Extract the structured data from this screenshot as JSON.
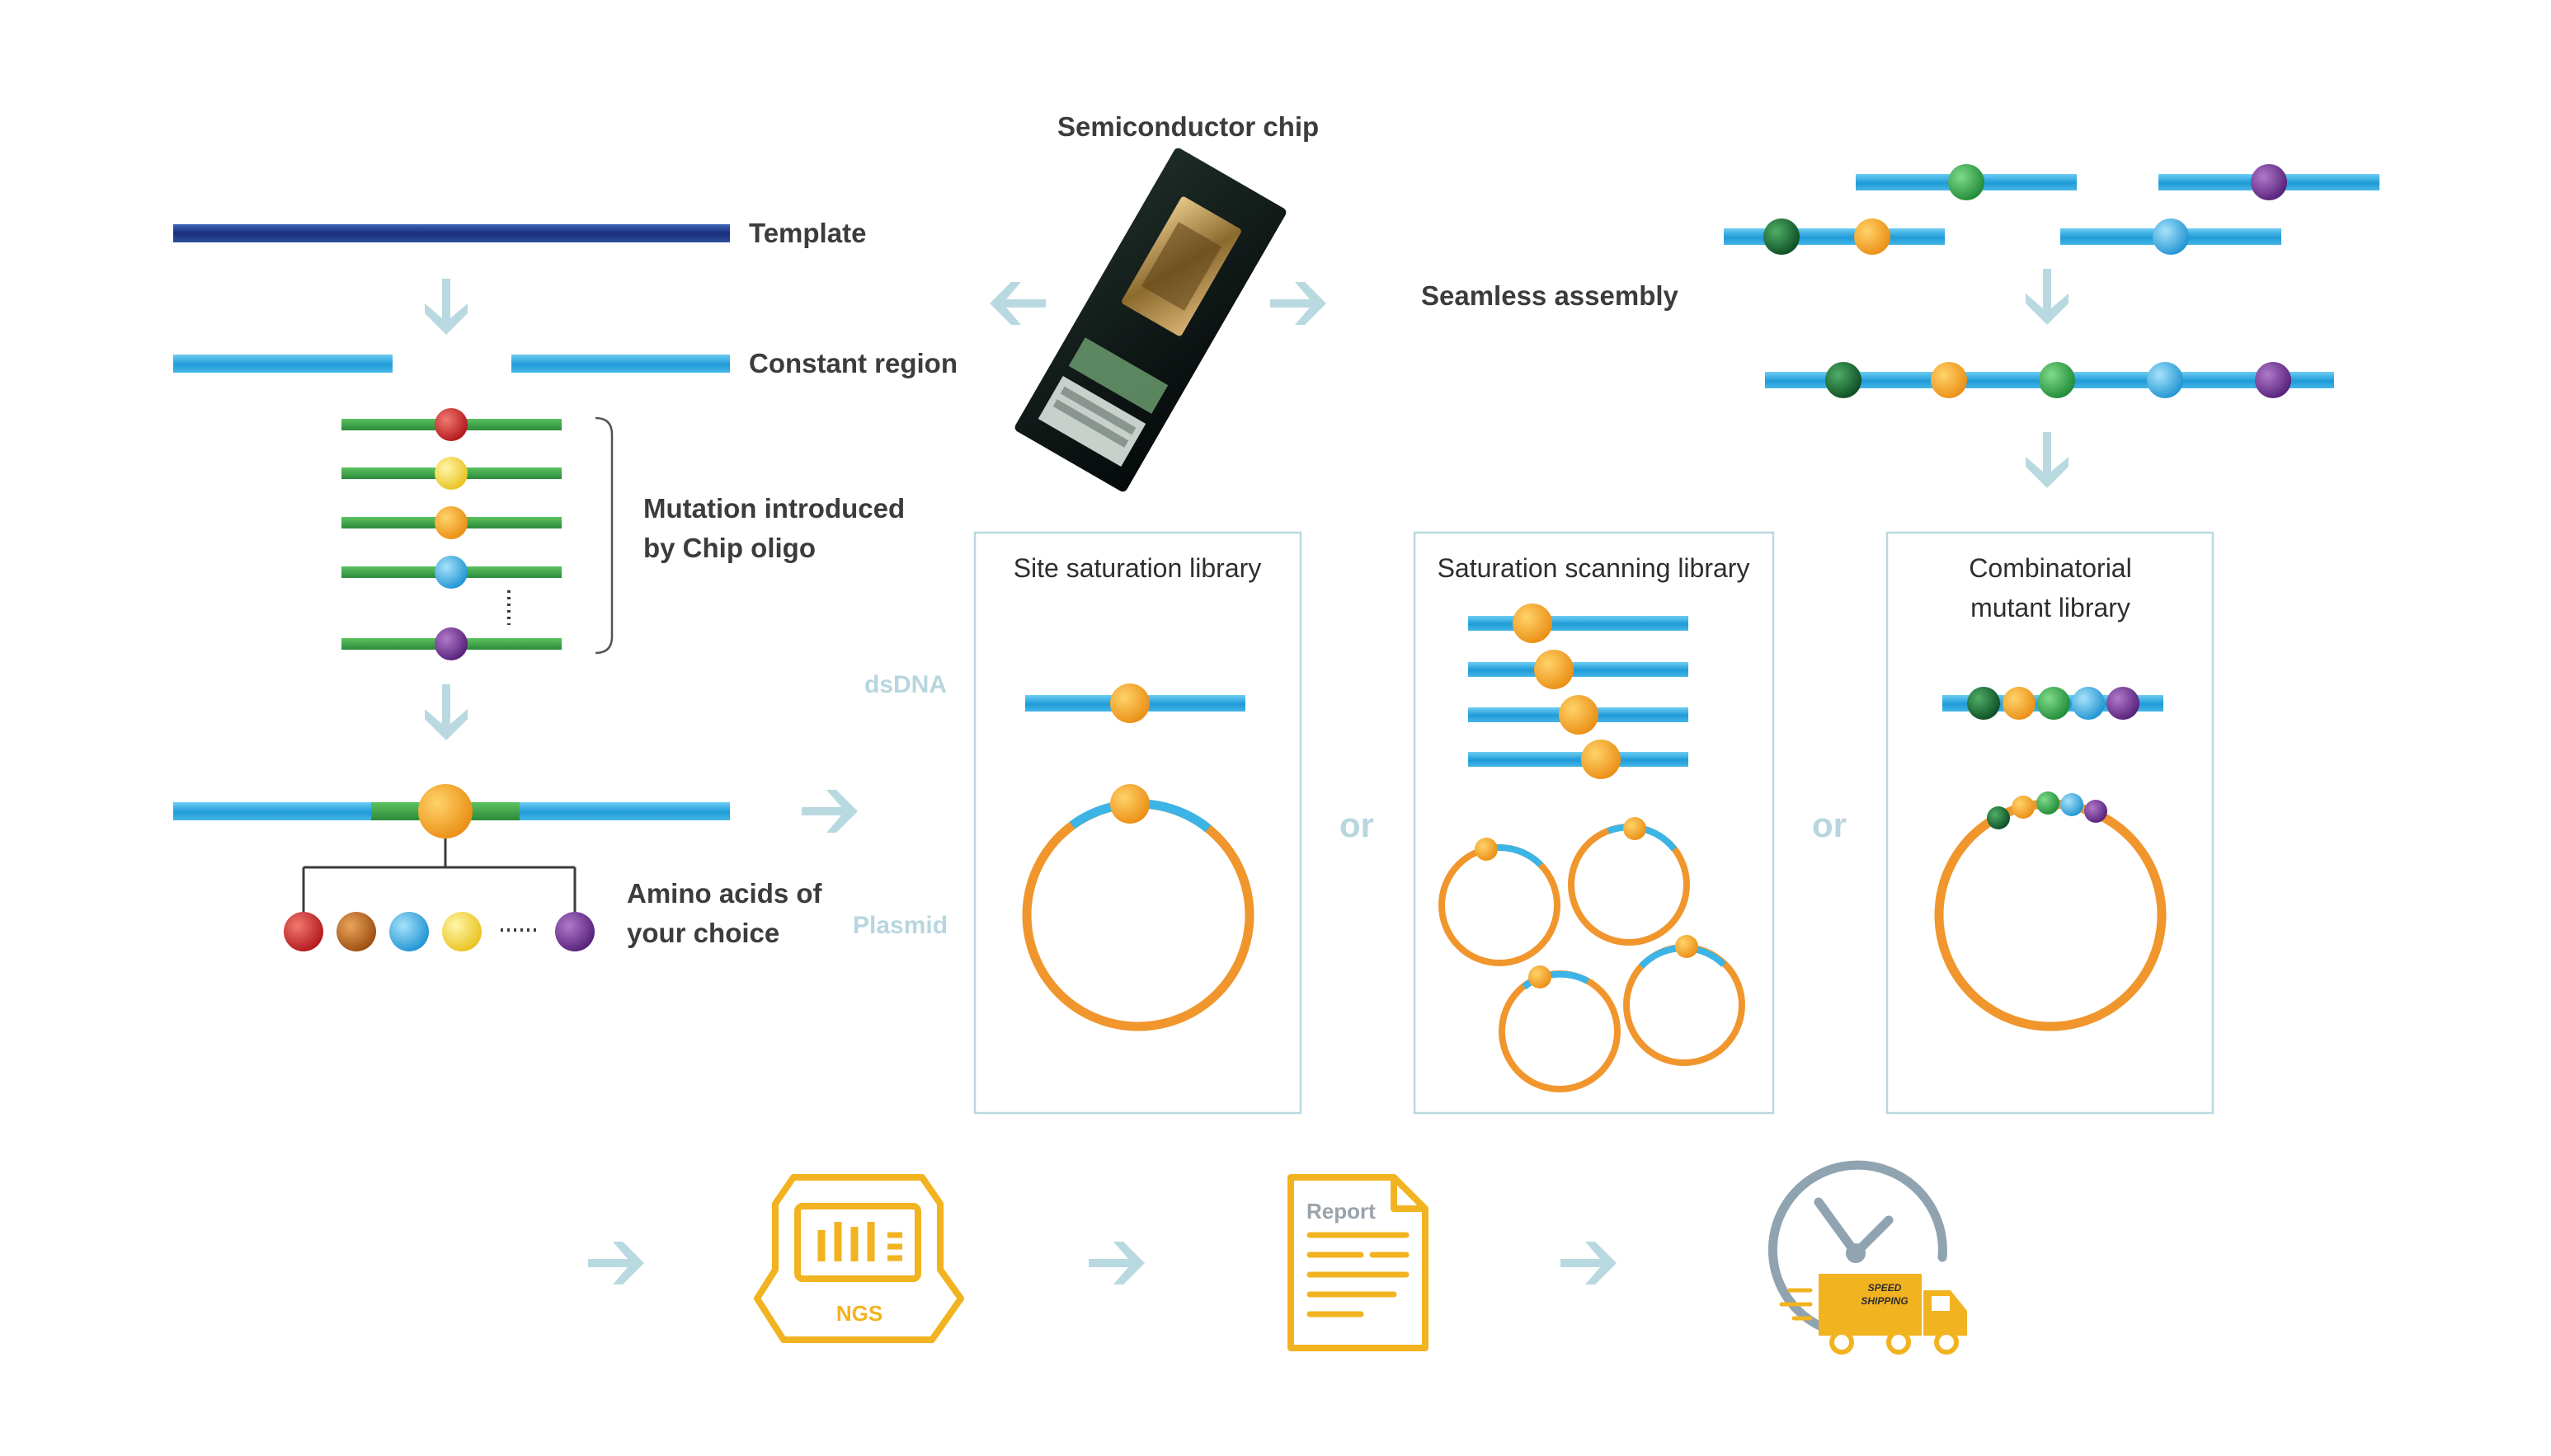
{
  "labels": {
    "template": "Template",
    "constant_region": "Constant region",
    "mutation_line1": "Mutation introduced",
    "mutation_line2": "by Chip oligo",
    "amino_line1": "Amino acids of",
    "amino_line2": "your choice",
    "semiconductor_chip": "Semiconductor chip",
    "seamless_assembly": "Seamless assembly",
    "dsdna": "dsDNA",
    "plasmid": "Plasmid",
    "or": "or"
  },
  "libraries": [
    {
      "title_line1": "Site saturation library",
      "title_line2": ""
    },
    {
      "title_line1": "Saturation scanning library",
      "title_line2": ""
    },
    {
      "title_line1": "Combinatorial",
      "title_line2": "mutant library"
    }
  ],
  "workflow": {
    "ngs": "NGS",
    "report": "Report",
    "truck_line1": "SPEED",
    "truck_line2": "SHIPPING"
  },
  "icons": [
    "arrow-icon",
    "chip-icon",
    "ngs-icon",
    "report-icon",
    "clock-icon",
    "truck-icon"
  ],
  "colors": {
    "template_dark": "#1e3a8a",
    "dna_blue": "#29a3dc",
    "oligo_green": "#3aa043",
    "plasmid_orange": "#f0962d",
    "arrow": "#b9d9e0",
    "box_border": "#b9d9e0",
    "icon_gold": "#f2b321",
    "dot_red": "#c8262b",
    "dot_brown": "#b8651a",
    "dot_yellow": "#f3d84a",
    "dot_orange": "#f1a32d",
    "dot_blue": "#43b1e2",
    "dot_purple": "#6f2e8c",
    "dot_green": "#2e9b45",
    "dot_darkgreen": "#1a6a34"
  }
}
